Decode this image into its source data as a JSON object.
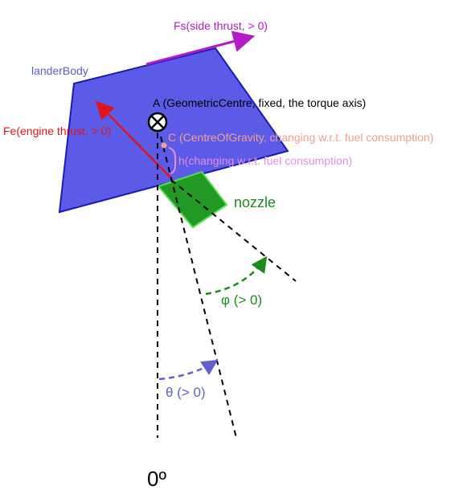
{
  "labels": {
    "side_thrust": "Fs(side thrust, > 0)",
    "lander_body": "landerBody",
    "point_a": "A (GeometricCentre, fixed, the torque axis)",
    "engine_thrust": "Fe(engine thrust, > 0)",
    "point_c": "C (CentreOfGravity, changing w.r.t. fuel consumption)",
    "h_label": "h(changing w.r.t. fuel consumption)",
    "nozzle": "nozzle",
    "phi_label": "φ (> 0)",
    "theta_label": "θ (> 0)",
    "zero_label": "0º"
  },
  "colors": {
    "lander_fill": "#5b5be8",
    "lander_stroke": "#1a1ab8",
    "lander_label": "#5b5bd6",
    "side_thrust": "#b41bc4",
    "engine_thrust": "#e0141c",
    "point_c": "#f0a08c",
    "h_bracket": "#e68ce6",
    "nozzle_fill": "#229922",
    "nozzle_stroke": "#55dd55",
    "nozzle_label": "#1a8c1a",
    "phi": "#1a8c1a",
    "theta": "#6060d0",
    "dashed": "#000000",
    "text": "#000000"
  },
  "icons": {
    "torque_axis": "circle-x-icon"
  }
}
